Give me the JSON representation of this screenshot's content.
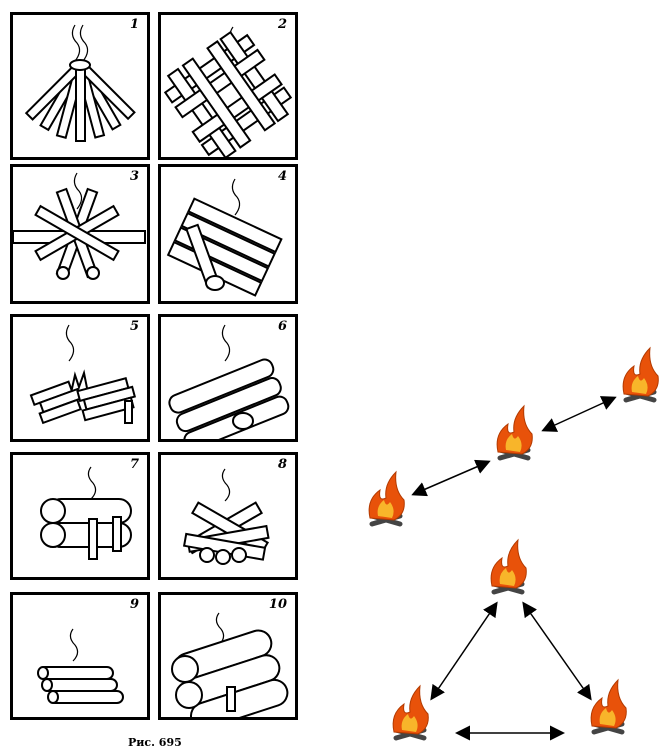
{
  "panels": [
    {
      "number": "1",
      "icon": "pyramid-campfire-icon"
    },
    {
      "number": "2",
      "icon": "log-cabin-campfire-icon"
    },
    {
      "number": "3",
      "icon": "star-campfire-icon"
    },
    {
      "number": "4",
      "icon": "lean-to-campfire-icon"
    },
    {
      "number": "5",
      "icon": "taiga-campfire-icon"
    },
    {
      "number": "6",
      "icon": "nodya-campfire-icon"
    },
    {
      "number": "7",
      "icon": "stacked-log-campfire-icon"
    },
    {
      "number": "8",
      "icon": "small-crossed-campfire-icon"
    },
    {
      "number": "9",
      "icon": "parallel-log-campfire-icon"
    },
    {
      "number": "10",
      "icon": "stacked-big-log-campfire-icon"
    }
  ],
  "caption": "Рис. 695",
  "colors": {
    "flame_outer": "#e8520a",
    "flame_inner": "#f8b52a",
    "logs": "#444444",
    "arrow": "#000000"
  }
}
